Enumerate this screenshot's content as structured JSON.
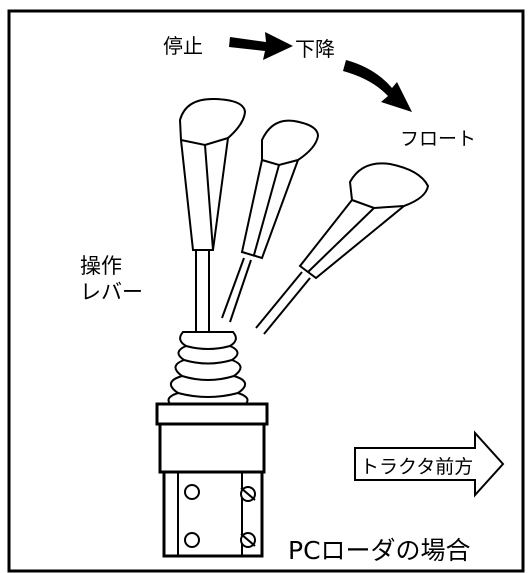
{
  "labels": {
    "stop": "停止",
    "down": "下降",
    "float": "フロート",
    "lever_line1": "操作",
    "lever_line2": "レバー",
    "tractor_forward": "トラクタ前方",
    "case_note": "PCローダの場合"
  },
  "colors": {
    "ink": "#000000",
    "paper": "#ffffff"
  }
}
